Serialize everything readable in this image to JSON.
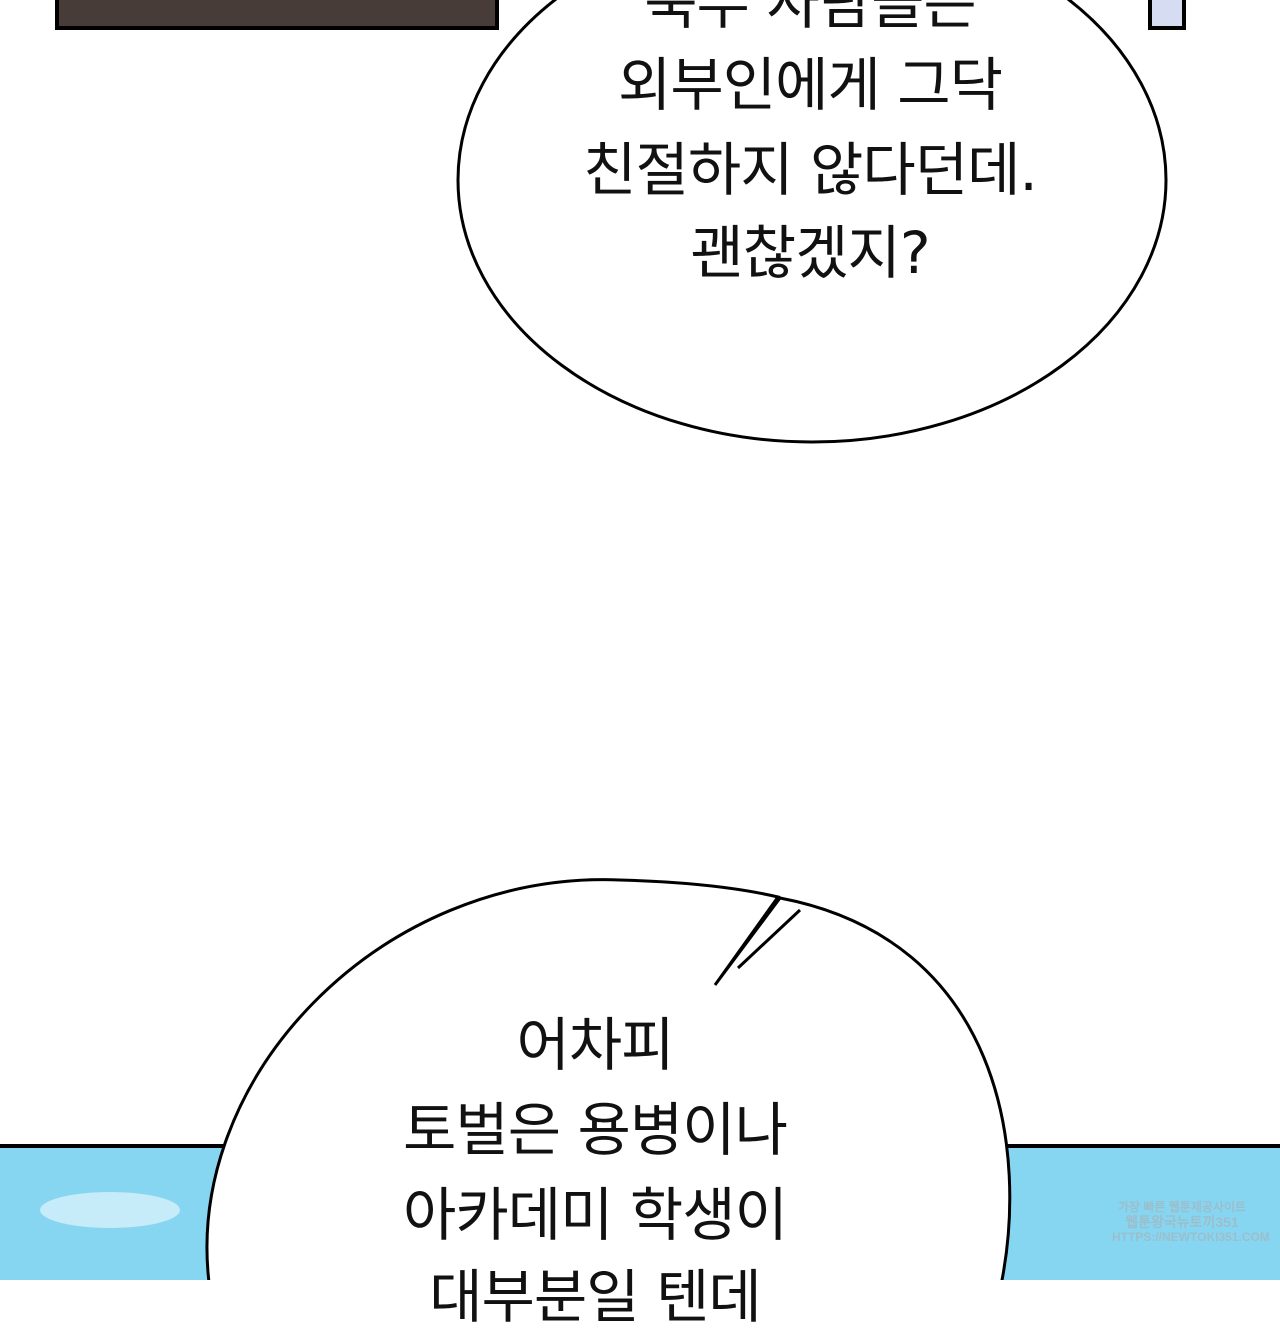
{
  "bubble_top": {
    "lines": [
      "북부 사람들은",
      "외부인에게 그닥",
      "친절하지 않다던데.",
      "괜찮겠지?"
    ]
  },
  "bubble_bottom": {
    "lines": [
      "어차피",
      "토벌은 용병이나",
      "아카데미 학생이",
      "대부분일 텐데"
    ]
  },
  "watermark": {
    "line1": "가장 빠른 웹툰제공사이트",
    "line2": "웹툰왕국뉴토끼351",
    "line3": "HTTPS://NEWTOKI351.COM"
  },
  "colors": {
    "top_panel": "#473c38",
    "sky": "#86d6f2",
    "lavender": "#d6dcf2"
  }
}
